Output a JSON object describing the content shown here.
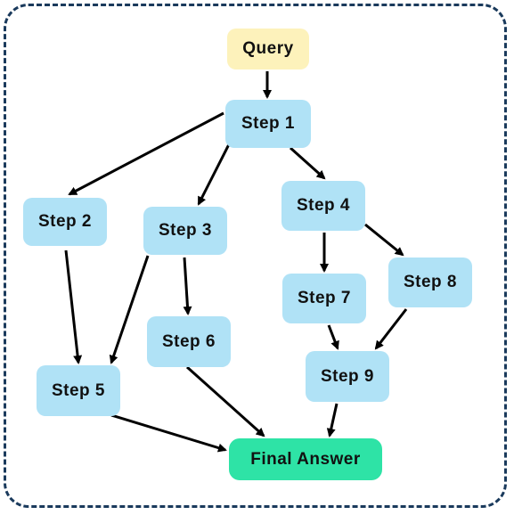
{
  "colors": {
    "border": "#1a3a5c",
    "step": "#b0e2f6",
    "query": "#fdf2bb",
    "final": "#2ee3a6",
    "arrow": "#000000"
  },
  "nodes": {
    "query": "Query",
    "step1": "Step 1",
    "step2": "Step 2",
    "step3": "Step 3",
    "step4": "Step 4",
    "step5": "Step 5",
    "step6": "Step 6",
    "step7": "Step 7",
    "step8": "Step 8",
    "step9": "Step 9",
    "final": "Final Answer"
  },
  "edges": [
    [
      "query",
      "step1"
    ],
    [
      "step1",
      "step2"
    ],
    [
      "step1",
      "step3"
    ],
    [
      "step1",
      "step4"
    ],
    [
      "step2",
      "step5"
    ],
    [
      "step3",
      "step5"
    ],
    [
      "step3",
      "step6"
    ],
    [
      "step4",
      "step7"
    ],
    [
      "step4",
      "step8"
    ],
    [
      "step7",
      "step9"
    ],
    [
      "step8",
      "step9"
    ],
    [
      "step5",
      "final"
    ],
    [
      "step6",
      "final"
    ],
    [
      "step9",
      "final"
    ]
  ]
}
